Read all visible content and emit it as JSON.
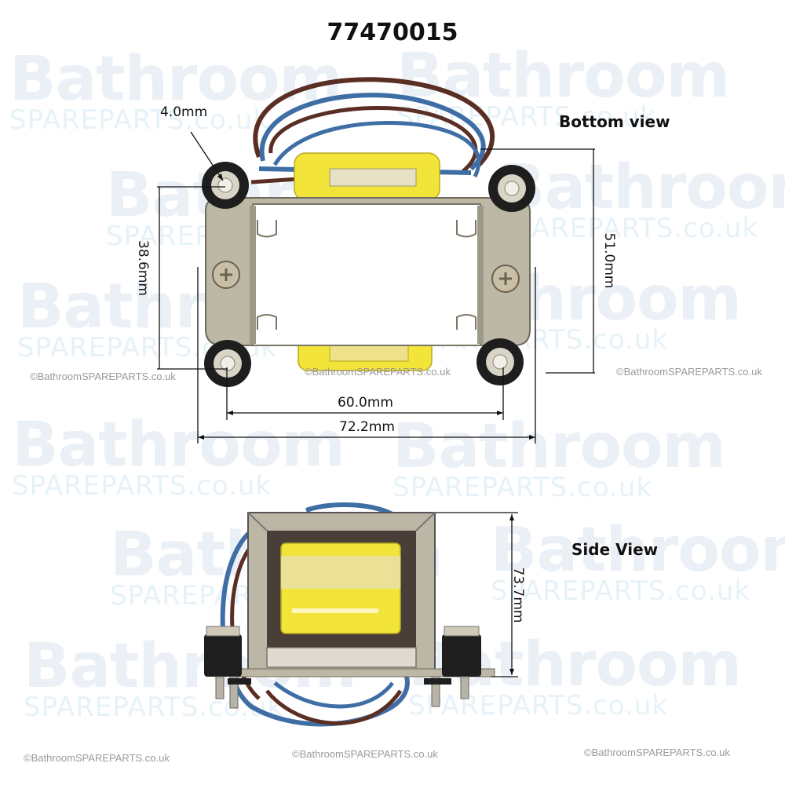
{
  "title": "77470015",
  "views": {
    "bottom": {
      "label": "Bottom view",
      "dimensions": {
        "terminal_diameter": "4.0mm",
        "height_inner": "38.6mm",
        "height_outer": "51.0mm",
        "width_inner": "60.0mm",
        "width_outer": "72.2mm"
      }
    },
    "side": {
      "label": "Side View",
      "dimensions": {
        "height": "73.7mm"
      }
    }
  },
  "watermark": {
    "brand_big": "Bathroom",
    "brand_small": "SPAREPARTS.co.uk",
    "copyright": "©BathroomSPAREPARTS.co.uk"
  },
  "colors": {
    "metal": "#b9b3a4",
    "coil_yellow": "#f3e43a",
    "wire_blue": "#3f6ea5",
    "wire_brown": "#5a2e22",
    "grommet": "#1e1e1e"
  }
}
